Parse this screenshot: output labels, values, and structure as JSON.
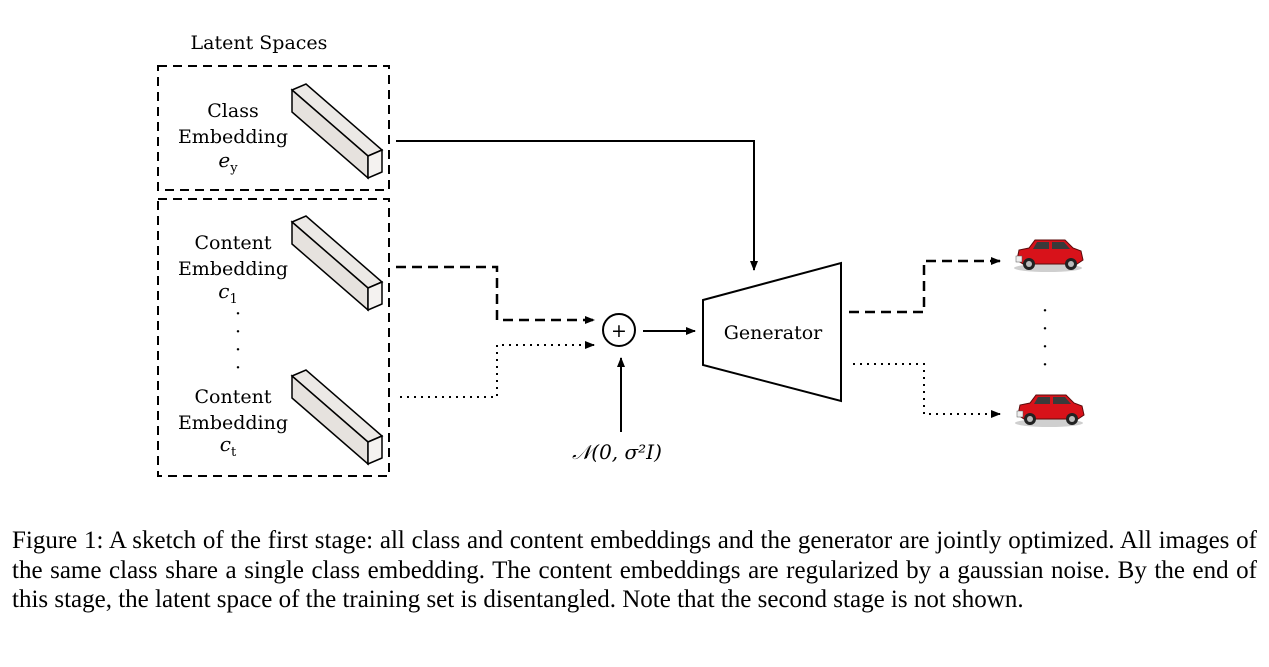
{
  "diagram": {
    "group_title": "Latent Spaces",
    "class_embedding": {
      "line1": "Class",
      "line2": "Embedding",
      "symbol": "e",
      "subscript": "y"
    },
    "content_embedding_1": {
      "line1": "Content",
      "line2": "Embedding",
      "symbol": "c",
      "subscript": "1"
    },
    "content_embedding_t": {
      "line1": "Content",
      "line2": "Embedding",
      "symbol": "c",
      "subscript": "t"
    },
    "ellipsis_vertical": "·",
    "sum_symbol": "+",
    "noise_label": "𝒩(0, σ²I)",
    "generator_label": "Generator",
    "output_icon": "red-suv-car-icon"
  },
  "caption": {
    "text": "Figure 1: A sketch of the first stage: all class and content embeddings and the generator are jointly optimized. All images of the same class share a single class embedding. The content embeddings are regularized by a gaussian noise. By the end of this stage, the latent space of the training set is disentangled. Note that the second stage is not shown."
  }
}
